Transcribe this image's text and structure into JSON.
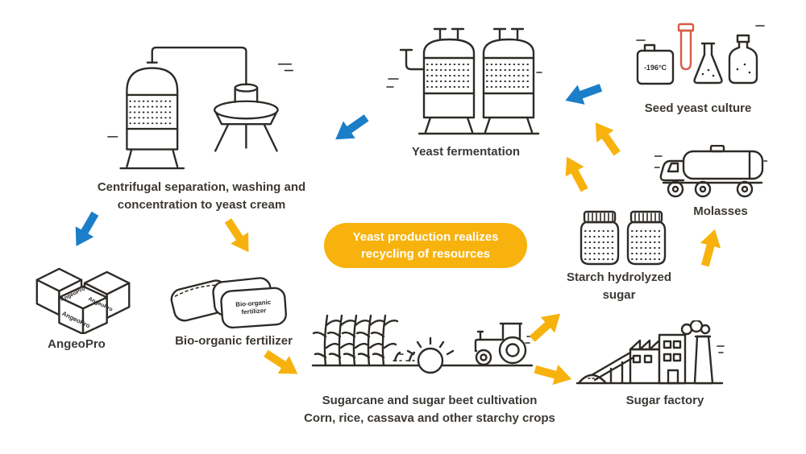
{
  "colors": {
    "arrow_blue": "#1B7EC8",
    "arrow_yellow": "#F7B20D",
    "banner_yellow": "#F7B20D",
    "line_art": "#2E2A26",
    "label_text": "#3D3935",
    "accent_red": "#D95B43"
  },
  "banner": {
    "text": "Yeast production realizes\nrecycling of resources"
  },
  "nodes": {
    "seed_culture": {
      "label": "Seed yeast culture",
      "icon": "seed-yeast-culture-icon",
      "temp_label": "-196°C"
    },
    "fermentation": {
      "label": "Yeast fermentation",
      "icon": "fermentation-tanks-icon"
    },
    "centrifugal": {
      "label": "Centrifugal separation, washing and\nconcentration to yeast cream",
      "icon": "centrifuge-tank-icon"
    },
    "angeopro": {
      "label": "AngeoPro",
      "icon": "product-boxes-icon",
      "box_text": "AngeoPro"
    },
    "bio_fertilizer": {
      "label": "Bio-organic fertilizer",
      "icon": "fertilizer-bags-icon",
      "bag_text_line1": "Bio-organic",
      "bag_text_line2": "fertilizer"
    },
    "cultivation": {
      "label": "Sugarcane and sugar beet cultivation\nCorn, rice, cassava and other starchy crops",
      "icon": "farm-field-icon"
    },
    "sugar_factory": {
      "label": "Sugar factory",
      "icon": "factory-icon"
    },
    "molasses": {
      "label": "Molasses",
      "icon": "tanker-truck-icon"
    },
    "starch_sugar": {
      "label": "Starch hydrolyzed\nsugar",
      "icon": "sugar-jars-icon"
    }
  },
  "flows": [
    {
      "from": "seed_culture",
      "to": "fermentation",
      "color": "blue"
    },
    {
      "from": "fermentation",
      "to": "centrifugal",
      "color": "blue"
    },
    {
      "from": "centrifugal",
      "to": "angeopro",
      "color": "blue"
    },
    {
      "from": "centrifugal",
      "to": "bio_fertilizer",
      "color": "yellow"
    },
    {
      "from": "bio_fertilizer",
      "to": "cultivation",
      "color": "yellow"
    },
    {
      "from": "cultivation",
      "to": "sugar_factory",
      "color": "yellow"
    },
    {
      "from": "cultivation",
      "to": "starch_sugar",
      "color": "yellow"
    },
    {
      "from": "sugar_factory",
      "to": "molasses",
      "color": "yellow"
    },
    {
      "from": "molasses",
      "to": "fermentation",
      "color": "yellow"
    },
    {
      "from": "starch_sugar",
      "to": "fermentation",
      "color": "yellow"
    }
  ]
}
